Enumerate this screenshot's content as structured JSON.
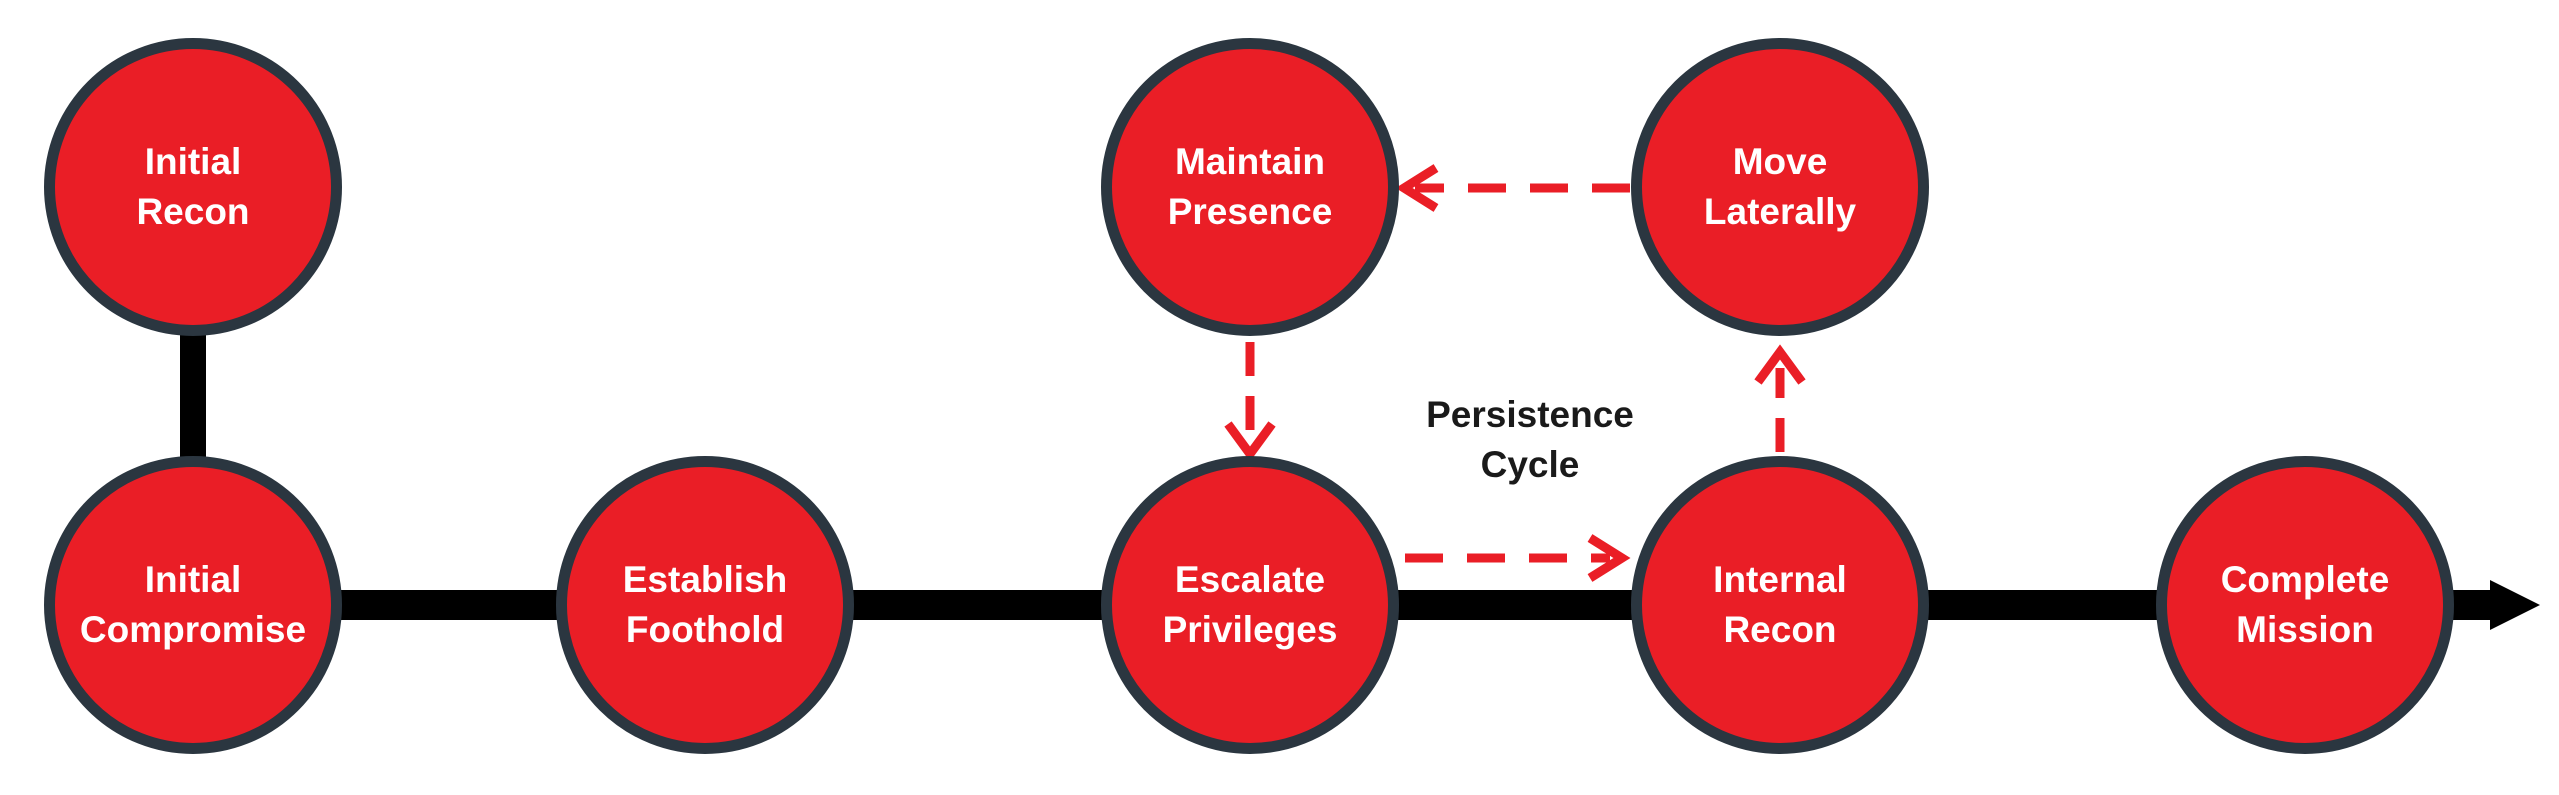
{
  "diagram": {
    "nodes": [
      {
        "id": "initial-recon",
        "lines": [
          "Initial",
          "Recon"
        ]
      },
      {
        "id": "initial-compromise",
        "lines": [
          "Initial",
          "Compromise"
        ]
      },
      {
        "id": "establish-foothold",
        "lines": [
          "Establish",
          "Foothold"
        ]
      },
      {
        "id": "escalate-privileges",
        "lines": [
          "Escalate",
          "Privileges"
        ]
      },
      {
        "id": "internal-recon",
        "lines": [
          "Internal",
          "Recon"
        ]
      },
      {
        "id": "complete-mission",
        "lines": [
          "Complete",
          "Mission"
        ]
      },
      {
        "id": "maintain-presence",
        "lines": [
          "Maintain",
          "Presence"
        ]
      },
      {
        "id": "move-laterally",
        "lines": [
          "Move",
          "Laterally"
        ]
      }
    ],
    "cycle_label": [
      "Persistence",
      "Cycle"
    ],
    "edges": [
      {
        "from": "initial-recon",
        "to": "initial-compromise",
        "style": "solid"
      },
      {
        "from": "initial-compromise",
        "to": "complete-mission",
        "style": "solid-arrow"
      },
      {
        "from": "escalate-privileges",
        "to": "internal-recon",
        "style": "dashed-arrow"
      },
      {
        "from": "internal-recon",
        "to": "move-laterally",
        "style": "dashed-arrow"
      },
      {
        "from": "move-laterally",
        "to": "maintain-presence",
        "style": "dashed-arrow"
      },
      {
        "from": "maintain-presence",
        "to": "escalate-privileges",
        "style": "dashed-arrow"
      }
    ]
  },
  "colors": {
    "node_fill": "#ea1e26",
    "node_border": "#2b3640",
    "node_text": "#ffffff",
    "timeline": "#000000",
    "cycle_arrows": "#ea1e26",
    "label_text": "#1a1a1a"
  }
}
